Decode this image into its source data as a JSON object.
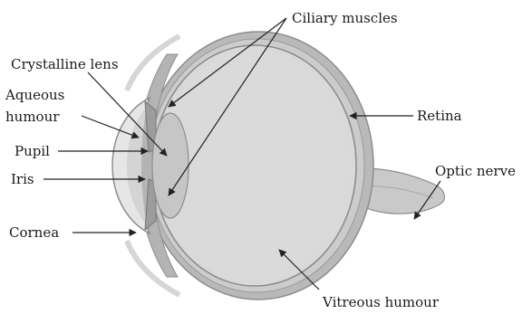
{
  "labels": {
    "ciliary_muscles": "Ciliary muscles",
    "crystalline_lens": "Crystalline lens",
    "aqueous_line1": "Aqueous",
    "aqueous_line2": "humour",
    "pupil": "Pupil",
    "iris": "Iris",
    "cornea": "Cornea",
    "retina": "Retina",
    "optic_nerve": "Optic nerve",
    "vitreous_humour": "Vitreous humour"
  },
  "colors": {
    "globe_fill": "#d9d9d9",
    "sclera": "#b9b9b9",
    "outline": "#8e8e8e",
    "lens": "#c6c6c6",
    "ink": "#1a1a1a"
  }
}
